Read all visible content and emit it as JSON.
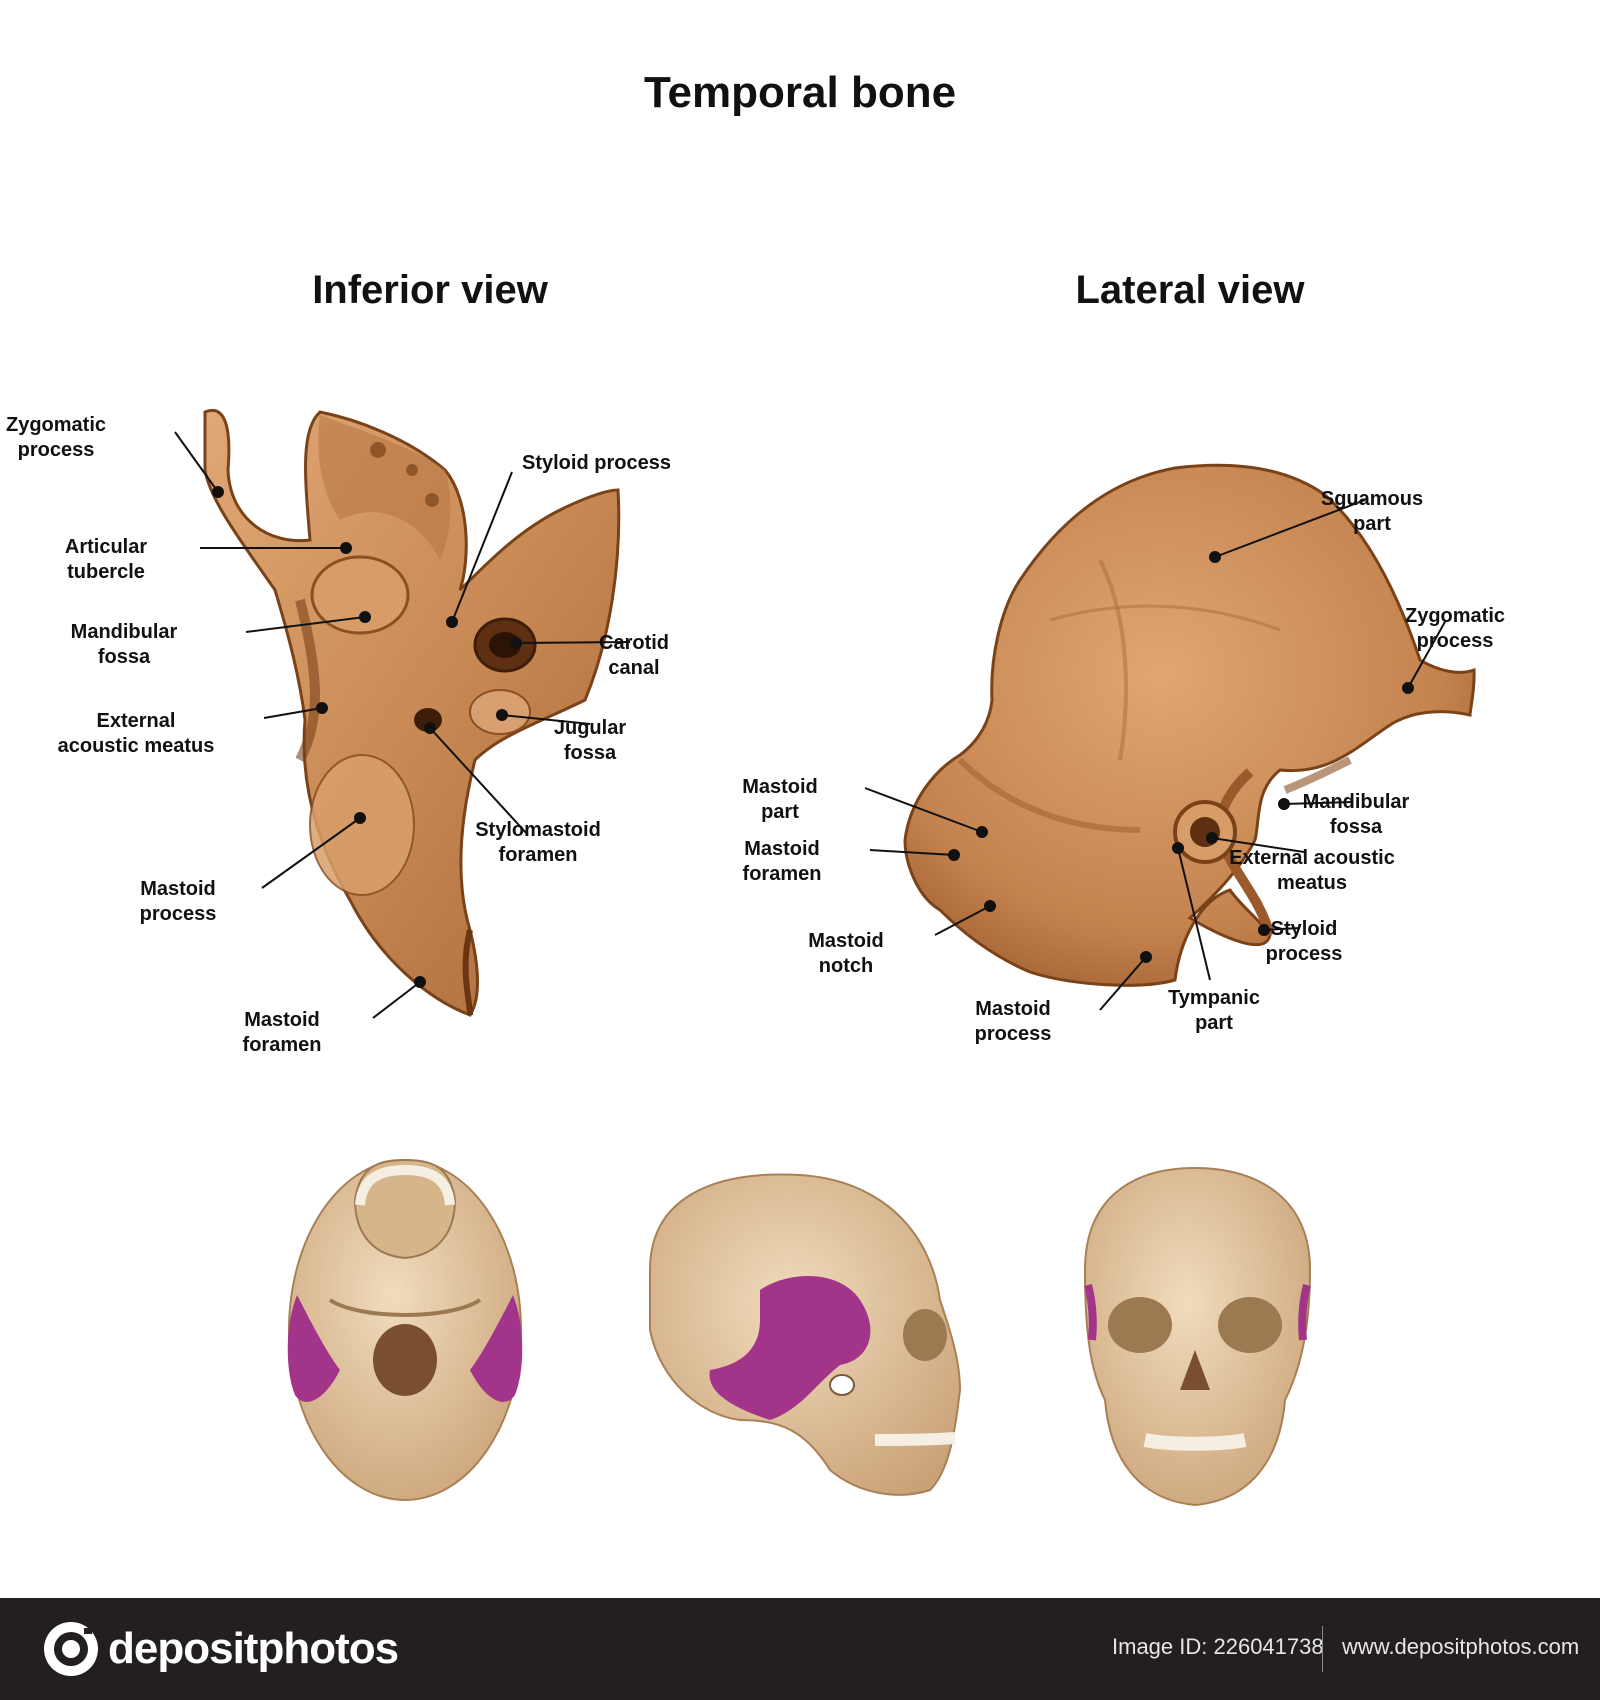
{
  "title": "Temporal bone",
  "inferior": {
    "title": "Inferior view",
    "labels": {
      "zygomatic": "Zygomatic\nprocess",
      "articular": "Articular\ntubercle",
      "mandibular": "Mandibular\nfossa",
      "external": "External\nacoustic meatus",
      "mastoid_process": "Mastoid\nprocess",
      "mastoid_foramen": "Mastoid\nforamen",
      "styloid": "Styloid process",
      "carotid": "Carotid\ncanal",
      "jugular": "Jugular\nfossa",
      "stylomastoid": "Stylomastoid\nforamen"
    }
  },
  "lateral": {
    "title": "Lateral view",
    "labels": {
      "squamous": "Sguamous\npart",
      "zygomatic": "Zygomatic\nprocess",
      "mandibular": "Mandibular\nfossa",
      "external": "External acoustic\nmeatus",
      "styloid": "Styloid\nprocess",
      "tympanic": "Tympanic\npart",
      "mastoid_process": "Mastoid\nprocess",
      "mastoid_notch": "Mastoid\nnotch",
      "mastoid_foramen": "Mastoid\nforamen",
      "mastoid_part": "Mastoid\npart"
    }
  },
  "colors": {
    "bone": "#c98a55",
    "bone_dark": "#8a4f22",
    "highlight": "#a2348a",
    "skull": "#e3c59c"
  },
  "footer": {
    "brand": "depositphotos",
    "image_id": "Image ID: 226041738",
    "site": "www.depositphotos.com"
  }
}
